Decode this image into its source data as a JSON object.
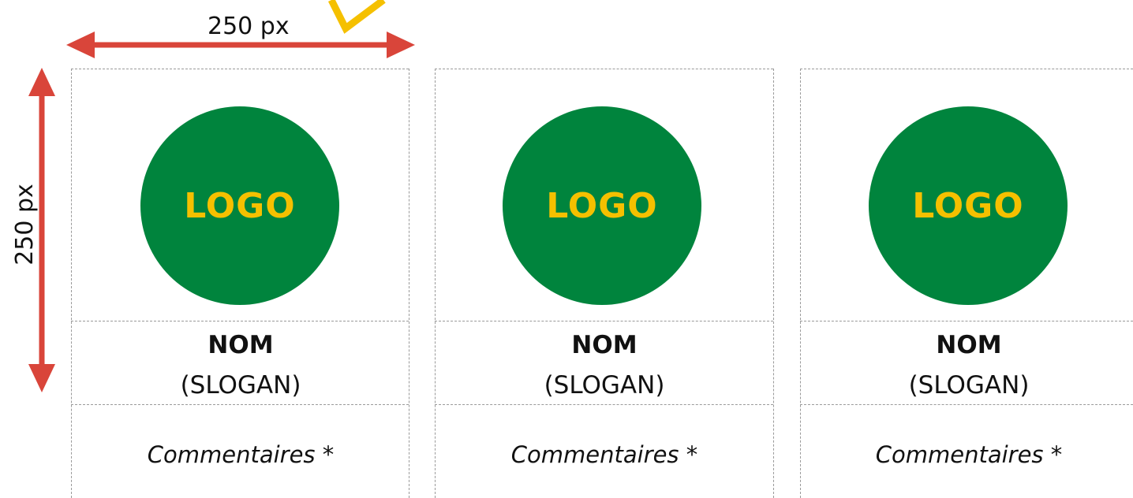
{
  "dimensions": {
    "width_label": "250 px",
    "height_label": "250 px",
    "arrow_color": "#d9453a"
  },
  "colors": {
    "logo_fill": "#00843d",
    "logo_text": "#f5c000",
    "accent_yellow": "#f5c000",
    "guide_lines": "#9a9a9a"
  },
  "cards": [
    {
      "logo": "LOGO",
      "name": "NOM",
      "slogan": "(SLOGAN)",
      "comment": "Commentaires *"
    },
    {
      "logo": "LOGO",
      "name": "NOM",
      "slogan": "(SLOGAN)",
      "comment": "Commentaires *"
    },
    {
      "logo": "LOGO",
      "name": "NOM",
      "slogan": "(SLOGAN)",
      "comment": "Commentaires *"
    }
  ]
}
